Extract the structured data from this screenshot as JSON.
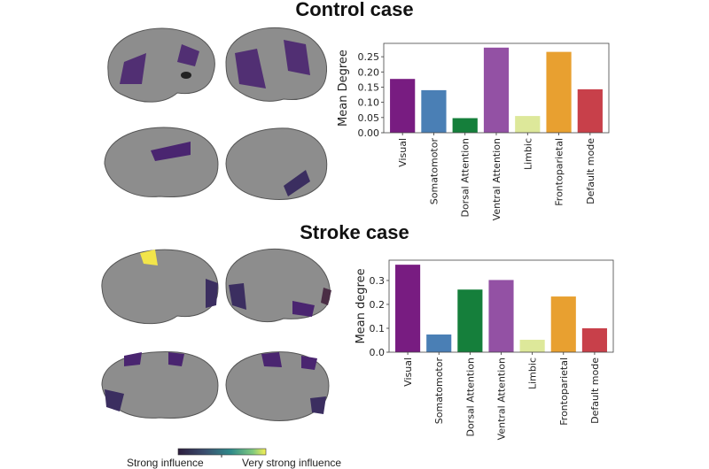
{
  "titles": {
    "control": "Control case",
    "stroke": "Stroke case"
  },
  "colorbar": {
    "left_label": "Strong influence",
    "right_label": "Very strong influence",
    "colors": [
      "#2d1e3e",
      "#3b4d6e",
      "#2f8a8a",
      "#7fc97f",
      "#f6f055"
    ]
  },
  "chart_data": [
    {
      "type": "bar",
      "title": "Control case",
      "xlabel": "",
      "ylabel": "Mean Degree",
      "categories": [
        "Visual",
        "Somatomotor",
        "Dorsal Attention",
        "Ventral Attention",
        "Limbic",
        "Frontoparietal",
        "Default mode"
      ],
      "values": [
        0.177,
        0.14,
        0.048,
        0.28,
        0.055,
        0.266,
        0.143
      ],
      "colors": [
        "#781c81",
        "#4a7fb5",
        "#157f3b",
        "#9351a4",
        "#dde89a",
        "#e8a030",
        "#c8404a"
      ],
      "ylim": [
        0,
        0.294
      ],
      "yticks": [
        "0.00",
        "0.05",
        "0.10",
        "0.15",
        "0.20",
        "0.25"
      ],
      "grid": false
    },
    {
      "type": "bar",
      "title": "Stroke case",
      "xlabel": "",
      "ylabel": "Mean degree",
      "categories": [
        "Visual",
        "Somatomotor",
        "Dorsal Attention",
        "Ventral Attention",
        "Limbic",
        "Frontoparietal",
        "Default mode"
      ],
      "values": [
        0.366,
        0.074,
        0.262,
        0.302,
        0.052,
        0.233,
        0.1
      ],
      "colors": [
        "#781c81",
        "#4a7fb5",
        "#157f3b",
        "#9351a4",
        "#dde89a",
        "#e8a030",
        "#c8404a"
      ],
      "ylim": [
        0,
        0.385
      ],
      "yticks": [
        "0.0",
        "0.1",
        "0.2",
        "0.3"
      ],
      "grid": false
    }
  ]
}
